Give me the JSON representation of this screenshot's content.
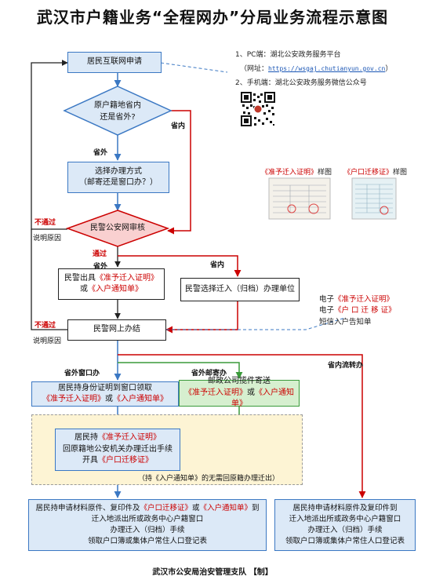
{
  "title": "武汉市户籍业务“全程网办”分局业务流程示意图",
  "info": {
    "pc_label": "1、PC端：湖北公安政务服务平台",
    "url_prefix": "（网址：",
    "url": "https://wsgaj.chutianyun.gov.cn",
    "url_suffix": "）",
    "mobile_label": "2、手机端：湖北公安政务服务微信公众号"
  },
  "samples": {
    "left_prefix": "《准予迁入证明》",
    "left_suffix": "样图",
    "right_prefix": "《户口迁移证》",
    "right_suffix": "样图"
  },
  "nodes": {
    "apply": "居民互联网申请",
    "decision_line1": "原户籍地省内",
    "decision_line2": "还是省外?",
    "choose_line1": "选择办理方式",
    "choose_line2": "（邮寄还是窗口办？）",
    "review": "民警公安网审核",
    "issue_line1_prefix": "民警出具",
    "issue_line1_red": "《准予迁入证明》",
    "issue_line2_prefix": "或",
    "issue_line2_red": "《入户通知单》",
    "select_unit": "民警选择迁入（归档）办理单位",
    "online_done": "民警网上办结",
    "window_line1": "居民持身份证明到窗口领取",
    "window_line2_red1": "《准予迁入证明》",
    "window_line2_mid": "或",
    "window_line2_red2": "《入户通知单》",
    "mail_line1": "邮政公司揽件寄送",
    "mail_line2_red1": "《准予迁入证明》",
    "mail_line2_mid": "或",
    "mail_line2_red2": "《入户通知单》",
    "origin_line1_prefix": "居民持",
    "origin_line1_red": "《准予迁入证明》",
    "origin_line2": "回原籍地公安机关办理迁出手续",
    "origin_line3_prefix": "开具",
    "origin_line3_red": "《户口迁移证》",
    "yellow_note": "（持《入户通知单》的无需回原籍办理迁出）",
    "final_left_line1_prefix": "居民持申请材料原件、复印件及",
    "final_left_line1_red1": "《户口迁移证》",
    "final_left_line1_mid": "或",
    "final_left_line1_red2": "《入户通知单》",
    "final_left_line1_suffix": "到",
    "final_left_line2": "迁入地派出所或政务中心户籍窗口",
    "final_left_line3": "办理迁入（归档）手续",
    "final_left_line4": "领取户口簿或集体户常住人口登记表",
    "final_right_line1": "居民持申请材料原件及复印件到",
    "final_right_line2": "迁入地派出所或政务中心户籍窗口",
    "final_right_line3": "办理迁入（归档）手续",
    "final_right_line4": "领取户口簿或集体户常住人口登记表"
  },
  "electronic": {
    "line1_prefix": "电子",
    "line1_red": "《准予迁入证明》",
    "line2_prefix": "电子",
    "line2_red": "《户 口 迁 移 证》",
    "line3": "短信入户告知单"
  },
  "labels": {
    "province_in_1": "省内",
    "province_out_1": "省外",
    "not_pass_1": "不通过",
    "reason_1": "说明原因",
    "pass": "通过",
    "province_out_2": "省外",
    "province_in_2": "省内",
    "not_pass_2": "不通过",
    "reason_2": "说明原因",
    "out_window": "省外窗口办",
    "out_mail": "省外邮寄办",
    "in_transfer": "省内流转办"
  },
  "footer": "武汉市公安局治安管理支队 【制】",
  "colors": {
    "blue_border": "#3b78c3",
    "red": "#cc0000",
    "green": "#3a9a3a",
    "review_fill": "#f9d0d0"
  }
}
